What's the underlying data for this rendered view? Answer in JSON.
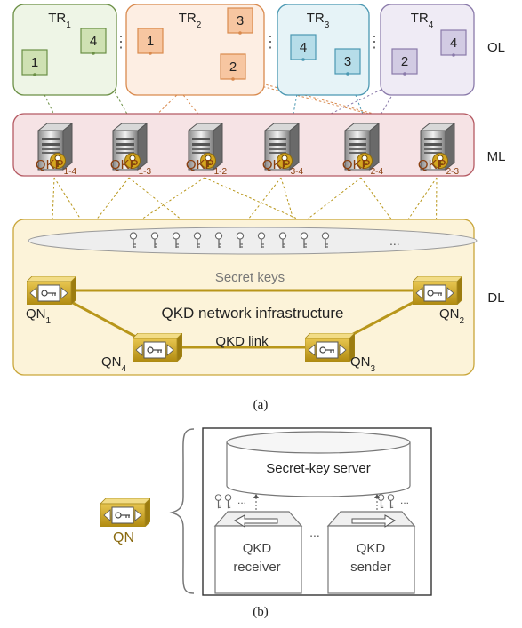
{
  "top": {
    "layers": {
      "ol": "OL",
      "ml": "ML",
      "dl": "DL"
    },
    "trs": [
      {
        "base": "TR",
        "sub": "1",
        "nodes": [
          "1",
          "4"
        ]
      },
      {
        "base": "TR",
        "sub": "2",
        "nodes": [
          "1",
          "3",
          "2"
        ]
      },
      {
        "base": "TR",
        "sub": "3",
        "nodes": [
          "4",
          "3"
        ]
      },
      {
        "base": "TR",
        "sub": "4",
        "nodes": [
          "2",
          "4"
        ]
      }
    ],
    "ellipsis": "⋮",
    "qkps": [
      {
        "base": "QKP",
        "sub": "1-4"
      },
      {
        "base": "QKP",
        "sub": "1-3"
      },
      {
        "base": "QKP",
        "sub": "1-2"
      },
      {
        "base": "QKP",
        "sub": "3-4"
      },
      {
        "base": "QKP",
        "sub": "2-4"
      },
      {
        "base": "QKP",
        "sub": "2-3"
      }
    ],
    "secret_keys_label": "Secret keys",
    "keys_more": "...",
    "infra_label": "QKD network infrastructure",
    "link_label": "QKD link",
    "qns": [
      {
        "base": "QN",
        "sub": "1"
      },
      {
        "base": "QN",
        "sub": "2"
      },
      {
        "base": "QN",
        "sub": "3"
      },
      {
        "base": "QN",
        "sub": "4"
      }
    ],
    "caption": "(a)"
  },
  "bottom": {
    "qn_label": "QN",
    "server_label": "Secret-key server",
    "key_dots": "...",
    "mid_dots": "...",
    "receiver": [
      "QKD",
      "receiver"
    ],
    "sender": [
      "QKD",
      "sender"
    ],
    "caption": "(b)"
  },
  "colors": {
    "tr1_fill": "#eef5e6",
    "tr1_stroke": "#6b8f45",
    "tr1_node": "#cfe1b3",
    "tr2_fill": "#fdeee3",
    "tr2_stroke": "#d98a4e",
    "tr2_node": "#f7c6a1",
    "tr3_fill": "#e6f3f7",
    "tr3_stroke": "#4b98b2",
    "tr3_node": "#b6dde9",
    "tr4_fill": "#efebf5",
    "tr4_stroke": "#8a7aaa",
    "tr4_node": "#d2cbe3",
    "ml_fill": "#f6e3e5",
    "ml_stroke": "#b55a63",
    "dl_fill": "#fcf3d9",
    "dl_stroke": "#c9a63a",
    "gold": "#b8961a",
    "qkp_text": "#8a3f0f"
  }
}
